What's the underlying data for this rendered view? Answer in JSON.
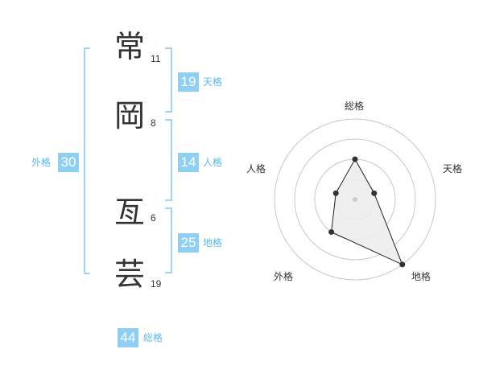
{
  "colors": {
    "bracket": "#9fd4f5",
    "badge_bg": "#8fcff4",
    "label_text": "#5ab8ee",
    "char_text": "#333333",
    "radar_rings": "#c8c8c8",
    "radar_fill": "#ececec",
    "radar_line": "#222222"
  },
  "name": {
    "characters": [
      {
        "char": "常",
        "strokes": "11"
      },
      {
        "char": "岡",
        "strokes": "8"
      },
      {
        "char": "亙",
        "strokes": "6"
      },
      {
        "char": "芸",
        "strokes": "19"
      }
    ]
  },
  "kakusu": {
    "tenkaku": {
      "value": "19",
      "label": "天格"
    },
    "jinkaku": {
      "value": "14",
      "label": "人格"
    },
    "chikaku": {
      "value": "25",
      "label": "地格"
    },
    "gaikaku": {
      "value": "30",
      "label": "外格"
    },
    "soukaku": {
      "value": "44",
      "label": "総格"
    }
  },
  "radar": {
    "axes": [
      "総格",
      "天格",
      "地格",
      "外格",
      "人格"
    ],
    "levels": 4,
    "values": [
      2,
      1,
      4,
      2,
      1
    ]
  }
}
